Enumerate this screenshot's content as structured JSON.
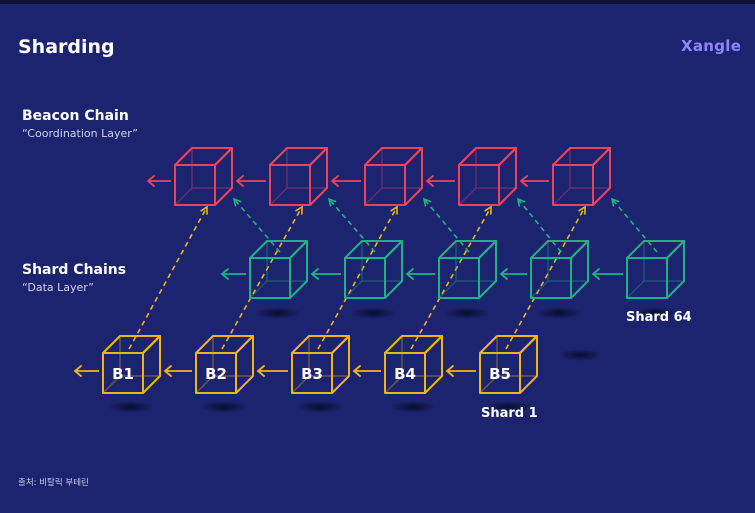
{
  "title": "Sharding",
  "brand": "Xangle",
  "beacon": {
    "heading": "Beacon Chain",
    "subtitle": "“Coordination Layer”"
  },
  "shards": {
    "heading": "Shard Chains",
    "subtitle": "“Data Layer”",
    "label_top": "Shard 64",
    "label_bottom": "Shard 1"
  },
  "blocks": [
    "B1",
    "B2",
    "B3",
    "B4",
    "B5"
  ],
  "footnote": "출처: 비탈릭 부테린",
  "colors": {
    "background": "#1c2470",
    "beacon": "#e8455a",
    "shard": "#1fb383",
    "block": "#f0b418",
    "brand": "#8f86ff"
  }
}
